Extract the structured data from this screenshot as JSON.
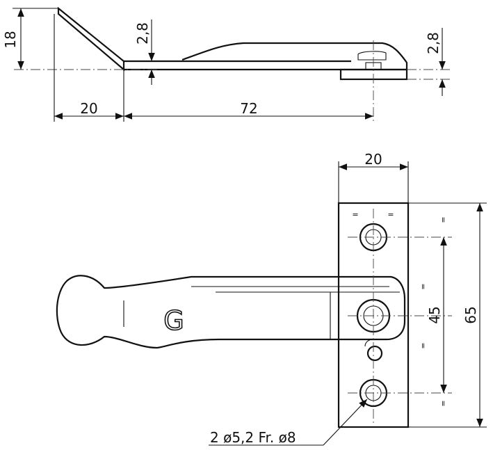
{
  "dimensions": {
    "side_height": "18",
    "side_thickness_top": "2,8",
    "side_thickness_right": "2,8",
    "side_length_left": "20",
    "side_length_right": "72",
    "plate_width": "20",
    "hole_spacing": "45",
    "plate_height": "65",
    "hole_callout": "2 ø5,2 Fr. ø8",
    "equal_mark": "="
  },
  "part_mark": "G"
}
